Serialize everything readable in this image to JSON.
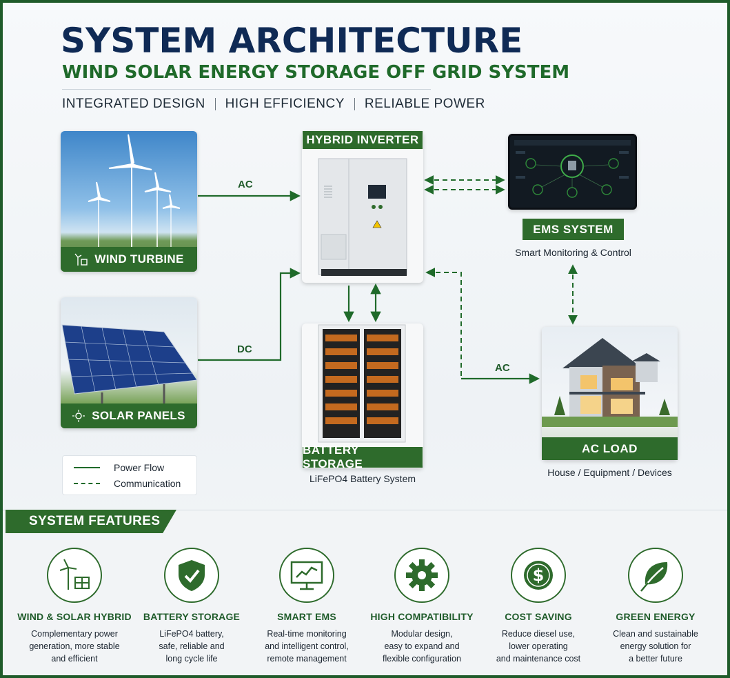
{
  "header": {
    "title": "SYSTEM ARCHITECTURE",
    "subtitle": "WIND SOLAR ENERGY STORAGE OFF GRID SYSTEM",
    "taglines": [
      "INTEGRATED DESIGN",
      "HIGH EFFICIENCY",
      "RELIABLE POWER"
    ]
  },
  "components": {
    "wind_turbine": {
      "label": "WIND TURBINE"
    },
    "solar_panels": {
      "label": "SOLAR PANELS"
    },
    "hybrid_inverter": {
      "label": "HYBRID INVERTER"
    },
    "battery_storage": {
      "label": "BATTERY STORAGE",
      "caption": "LiFePO4 Battery System"
    },
    "ems_system": {
      "label": "EMS SYSTEM",
      "caption": "Smart Monitoring & Control"
    },
    "ac_load": {
      "label": "AC LOAD",
      "caption": "House / Equipment / Devices"
    }
  },
  "flows": {
    "wind_to_inverter": "AC",
    "solar_to_inverter": "DC",
    "inverter_to_load": "AC"
  },
  "legend": {
    "power_flow": "Power Flow",
    "communication": "Communication"
  },
  "features": {
    "section_title": "SYSTEM FEATURES",
    "items": [
      {
        "icon": "wind-solar-icon",
        "title": "WIND & SOLAR HYBRID",
        "desc": [
          "Complementary power",
          "generation, more stable",
          "and efficient"
        ]
      },
      {
        "icon": "shield-check-icon",
        "title": "BATTERY STORAGE",
        "desc": [
          "LiFePO4 battery,",
          "safe, reliable and",
          "long cycle life"
        ]
      },
      {
        "icon": "monitor-chart-icon",
        "title": "SMART EMS",
        "desc": [
          "Real-time monitoring",
          "and intelligent control,",
          "remote management"
        ]
      },
      {
        "icon": "gear-icon",
        "title": "HIGH COMPATIBILITY",
        "desc": [
          "Modular design,",
          "easy to expand and",
          "flexible configuration"
        ]
      },
      {
        "icon": "dollar-icon",
        "title": "COST SAVING",
        "desc": [
          "Reduce diesel use,",
          "lower operating",
          "and maintenance cost"
        ]
      },
      {
        "icon": "leaf-icon",
        "title": "GREEN ENERGY",
        "desc": [
          "Clean and sustainable",
          "energy solution for",
          "a better future"
        ]
      }
    ]
  },
  "colors": {
    "brand_green": "#2e6b2c",
    "title_navy": "#0f2a55"
  }
}
